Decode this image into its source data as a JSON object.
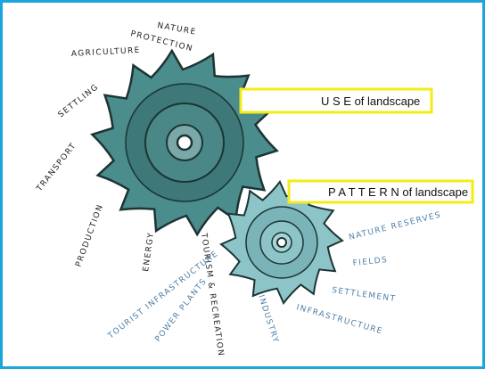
{
  "colors": {
    "frame": "#1aa6dc",
    "box_border": "#f2ec18",
    "large_gear": "#4b8c8c",
    "small_gear": "#8cc4c8",
    "dark_labels": "#222222",
    "blue_labels": "#4f7fa8"
  },
  "boxes": {
    "use": "U S E of landscape",
    "pattern": "P A T T E R N  of landscape"
  },
  "use_labels": {
    "nature_protection_1": "NATURE",
    "nature_protection_2": "PROTECTION",
    "agriculture": "AGRICULTURE",
    "settling": "SETTLING",
    "transport": "TRANSPORT",
    "production": "PRODUCTION",
    "energy": "ENERGY",
    "tourism_recreation": "TOURISM & RECREATION"
  },
  "pattern_labels": {
    "tourist_infrastructure": "TOURIST INFRASTRUCTURE",
    "power_plants": "POWER PLANTS",
    "industry": "INDUSTRY",
    "nature_reserves": "NATURE RESERVES",
    "fields": "FIELDS",
    "settlement": "SETTLEMENT",
    "infrastructure": "INFRASTRUCTURE"
  }
}
